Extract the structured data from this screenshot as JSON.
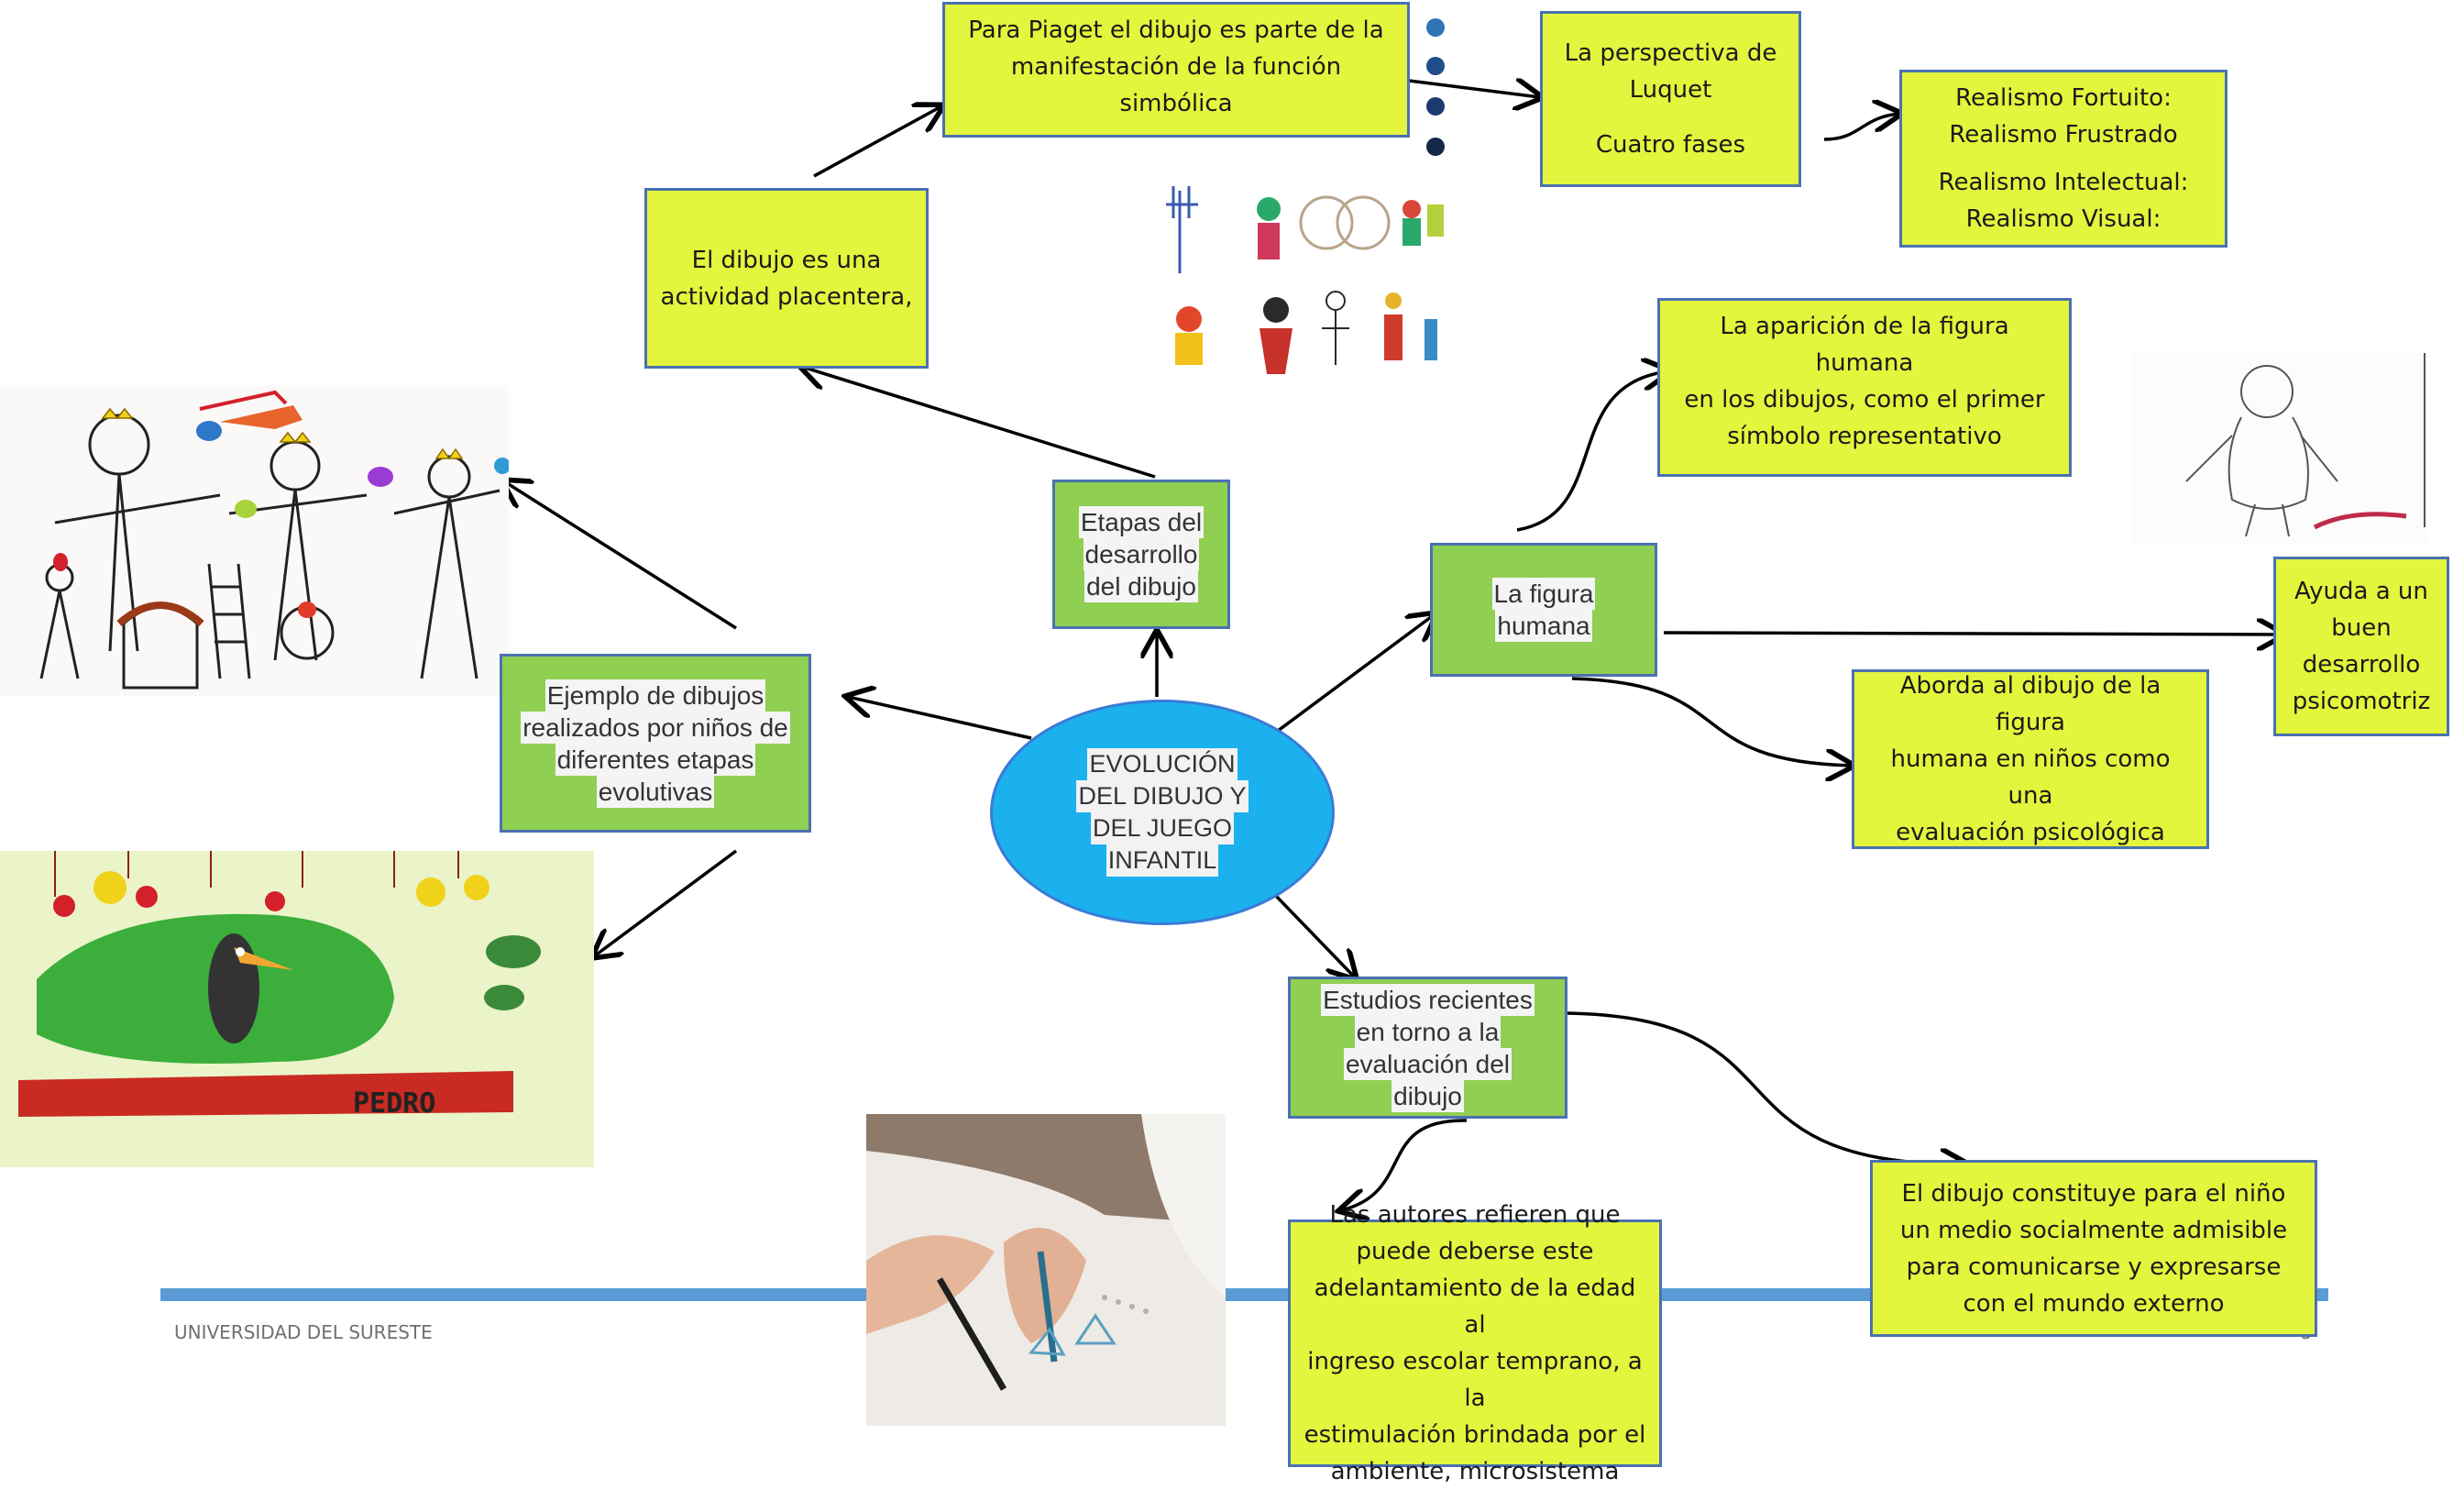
{
  "central": {
    "lines": [
      "EVOLUCIÓN",
      "DEL DIBUJO Y",
      "DEL JUEGO",
      "INFANTIL"
    ]
  },
  "etapas": {
    "lines": [
      "Etapas del",
      "desarrollo",
      "del dibujo"
    ]
  },
  "figura_humana": {
    "lines": [
      "La figura",
      "humana"
    ]
  },
  "ejemplo": {
    "lines": [
      "Ejemplo de dibujos",
      "realizados por niños de",
      "diferentes etapas",
      "evolutivas"
    ]
  },
  "estudios": {
    "lines": [
      "Estudios recientes",
      "en torno a la",
      "evaluación del",
      "dibujo"
    ]
  },
  "placentera": {
    "lines": [
      "El dibujo es una",
      "actividad placentera,"
    ]
  },
  "piaget": {
    "lines": [
      "Para Piaget el dibujo es parte de la",
      "manifestación de la función simbólica"
    ]
  },
  "luquet": {
    "lines": [
      "La perspectiva de",
      "Luquet"
    ],
    "fases": "Cuatro fases"
  },
  "realismo": {
    "group1": [
      "Realismo Fortuito:",
      "Realismo Frustrado"
    ],
    "group2": [
      "Realismo Intelectual:",
      "Realismo Visual:"
    ]
  },
  "aparicion": {
    "lines": [
      "La aparición de la figura humana",
      "en los dibujos, como el primer",
      "símbolo representativo"
    ]
  },
  "psicomotriz": {
    "lines": [
      "Ayuda a un",
      "buen",
      "desarrollo",
      "psicomotriz"
    ]
  },
  "aborda": {
    "lines": [
      "Aborda al dibujo de la figura",
      "humana en niños como una",
      "evaluación psicológica"
    ]
  },
  "autores": {
    "lines": [
      "Las autores refieren que",
      "puede deberse este",
      "adelantamiento de la edad al",
      "ingreso escolar temprano, a la",
      "estimulación brindada por el",
      "ambiente, microsistema"
    ]
  },
  "medio": {
    "lines": [
      "El dibujo constituye para el niño",
      "un medio socialmente admisible",
      "para comunicarse y expresarse",
      "con el mundo externo"
    ]
  },
  "drawing_signature": "PEDRO",
  "footer": {
    "left": "UNIVERSIDAD DEL SURESTE",
    "page": "5"
  },
  "colors": {
    "lime_box": "#e3f53c",
    "green_box": "#8fcf52",
    "ellipse": "#1bb0ee",
    "border": "#4a72b0",
    "footer_bar": "#5b9bd5"
  }
}
